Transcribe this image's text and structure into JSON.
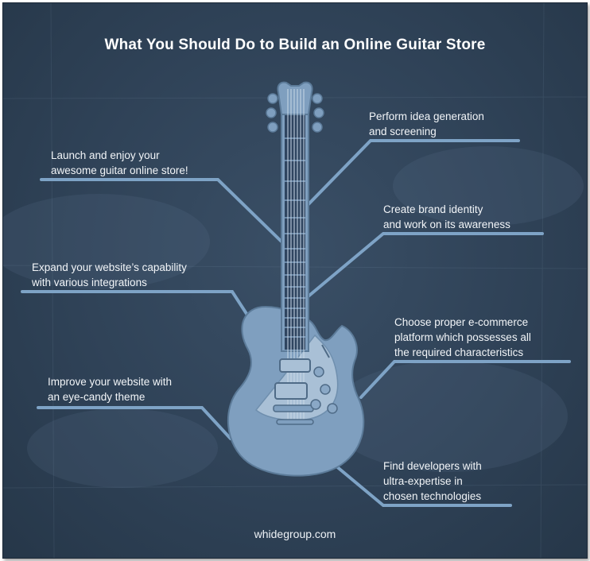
{
  "title": "What You Should Do to Build an Online Guitar Store",
  "steps": {
    "idea": {
      "line1": "Perform idea generation",
      "line2": "and screening"
    },
    "brand": {
      "line1": "Create brand identity",
      "line2": "and work on its awareness"
    },
    "platform": {
      "line1": "Choose proper e-commerce",
      "line2": "platform which possesses all",
      "line3": "the required characteristics"
    },
    "developers": {
      "line1": "Find developers with",
      "line2": "ultra-expertise in",
      "line3": "chosen technologies"
    },
    "theme": {
      "line1": "Improve your website with",
      "line2": "an eye-candy theme"
    },
    "integrations": {
      "line1": "Expand your website’s capability",
      "line2": "with various integrations"
    },
    "launch": {
      "line1": "Launch and enjoy your",
      "line2": "awesome guitar online store!"
    }
  },
  "footer": "whidegroup.com",
  "colors": {
    "background": "#2f4257",
    "guitar": "#7f9fbf",
    "pickguard": "#a9c0d6",
    "connector": "#7ea3c6",
    "text": "#ffffff"
  }
}
